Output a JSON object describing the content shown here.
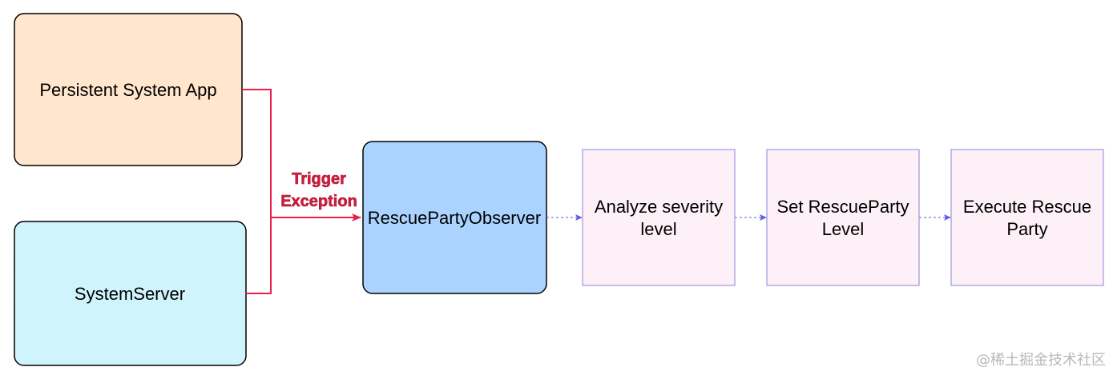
{
  "nodes": {
    "persistent_app": {
      "label": "Persistent System App",
      "fill": "#ffe6cc",
      "stroke": "#000000"
    },
    "system_server": {
      "label": "SystemServer",
      "fill": "#d0f4fc",
      "stroke": "#000000"
    },
    "observer": {
      "label": "RescuePartyObserver",
      "fill": "#aad4ff",
      "stroke": "#000000"
    },
    "analyze": {
      "line1": "Analyze severity",
      "line2": "level",
      "fill": "#fdf0f6",
      "stroke": "#8b82e0"
    },
    "set_level": {
      "line1": "Set RescueParty",
      "line2": "Level",
      "fill": "#fdf0f6",
      "stroke": "#8b82e0"
    },
    "execute": {
      "line1": "Execute Rescue",
      "line2": "Party",
      "fill": "#fdf0f6",
      "stroke": "#8b82e0"
    }
  },
  "edges": {
    "trigger": {
      "line1": "Trigger",
      "line2": "Exception",
      "color": "#e8204a"
    },
    "flow_color": "#5b5fe0"
  },
  "watermark": "@稀土掘金技术社区"
}
